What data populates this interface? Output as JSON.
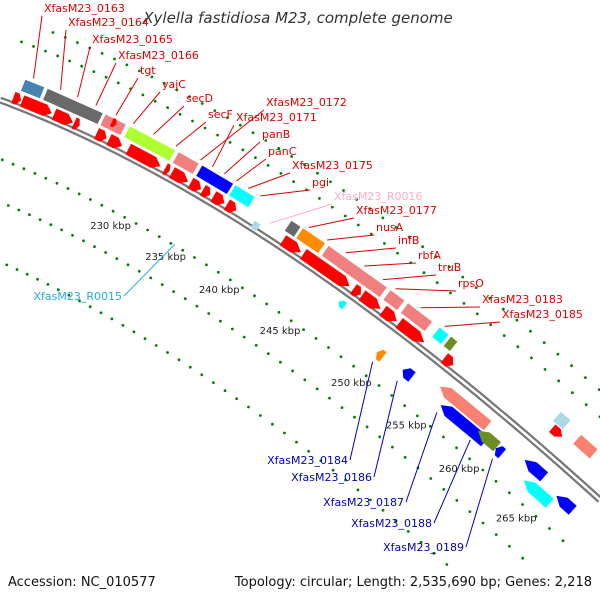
{
  "title": "Xylella fastidiosa M23, complete genome",
  "footer": {
    "accession": "Accession: NC_010577",
    "topology": "Topology: circular; Length: 2,535,690 bp; Genes: 2,218"
  },
  "colors": {
    "red": "#ff0000",
    "orange": "#ff8c00",
    "pink": "#f08080",
    "lime": "#adff2f",
    "blue": "#0000ff",
    "cyan": "#00ffff",
    "steel": "#4682b4",
    "gray": "#696969",
    "lightblue": "#add8e6",
    "olive": "#6b8e23",
    "salmon": "#fa8072",
    "grid": "#008000",
    "backbone": "#888888",
    "label_red": "#dd0000",
    "label_pink": "#ffaacc",
    "label_cyan": "#22aadd",
    "label_blue": "#0000bb"
  },
  "ticks": [
    {
      "label": "230 kbp"
    },
    {
      "label": "235 kbp"
    },
    {
      "label": "240 kbp"
    },
    {
      "label": "245 kbp"
    },
    {
      "label": "250 kbp"
    },
    {
      "label": "255 kbp"
    },
    {
      "label": "260 kbp"
    },
    {
      "label": "265 kbp"
    }
  ],
  "labels": [
    {
      "text": "XfasM23_0163",
      "color": "label_red"
    },
    {
      "text": "XfasM23_0164",
      "color": "label_red"
    },
    {
      "text": "XfasM23_0165",
      "color": "label_red"
    },
    {
      "text": "XfasM23_0166",
      "color": "label_red"
    },
    {
      "text": "tgt",
      "color": "label_red"
    },
    {
      "text": "yajC",
      "color": "label_red"
    },
    {
      "text": "secD",
      "color": "label_red"
    },
    {
      "text": "secF",
      "color": "label_red"
    },
    {
      "text": "XfasM23_0172",
      "color": "label_red"
    },
    {
      "text": "XfasM23_0171",
      "color": "label_red"
    },
    {
      "text": "panB",
      "color": "label_red"
    },
    {
      "text": "panC",
      "color": "label_red"
    },
    {
      "text": "XfasM23_0175",
      "color": "label_red"
    },
    {
      "text": "pgi",
      "color": "label_red"
    },
    {
      "text": "XfasM23_R0016",
      "color": "label_pink"
    },
    {
      "text": "XfasM23_0177",
      "color": "label_red"
    },
    {
      "text": "nusA",
      "color": "label_red"
    },
    {
      "text": "infB",
      "color": "label_red"
    },
    {
      "text": "rbfA",
      "color": "label_red"
    },
    {
      "text": "truB",
      "color": "label_red"
    },
    {
      "text": "rpsO",
      "color": "label_red"
    },
    {
      "text": "XfasM23_0183",
      "color": "label_red"
    },
    {
      "text": "XfasM23_0185",
      "color": "label_red"
    },
    {
      "text": "XfasM23_R0015",
      "color": "label_cyan"
    },
    {
      "text": "XfasM23_0184",
      "color": "label_blue"
    },
    {
      "text": "XfasM23_0186",
      "color": "label_blue"
    },
    {
      "text": "XfasM23_0187",
      "color": "label_blue"
    },
    {
      "text": "XfasM23_0188",
      "color": "label_blue"
    },
    {
      "text": "XfasM23_0189",
      "color": "label_blue"
    }
  ]
}
